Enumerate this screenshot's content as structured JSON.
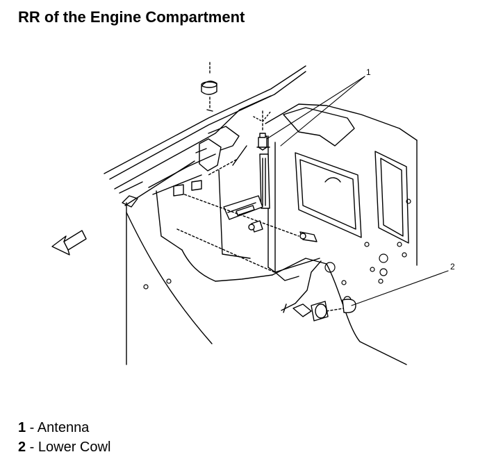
{
  "title": "RR of the Engine Compartment",
  "callouts": [
    {
      "number": "1",
      "separator": " - ",
      "label": "Antenna"
    },
    {
      "number": "2",
      "separator": " - ",
      "label": "Lower Cowl"
    }
  ],
  "icons": {
    "front_arrow": "arrow-icon"
  }
}
